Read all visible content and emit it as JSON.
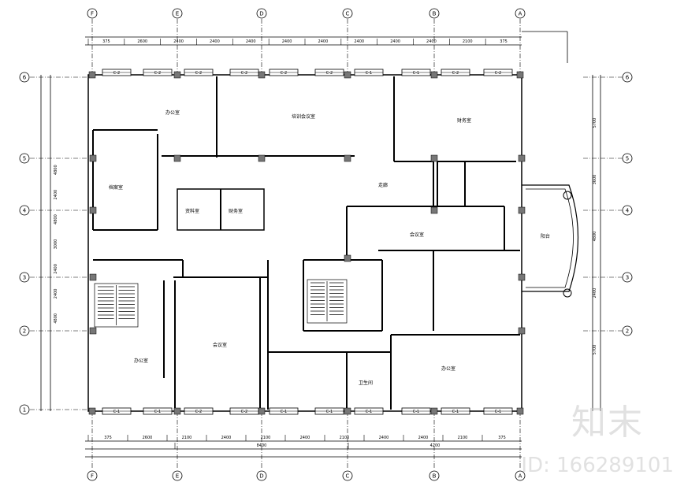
{
  "grid_cols_top": [
    "F",
    "E",
    "D",
    "C",
    "B",
    "A"
  ],
  "grid_cols_bottom": [
    "F",
    "E",
    "D",
    "C",
    "B",
    "A"
  ],
  "grid_rows_left": [
    "6",
    "5",
    "4",
    "3",
    "2",
    "1"
  ],
  "grid_rows_right": [
    "6",
    "5",
    "4",
    "3",
    "2"
  ],
  "top_dims_detail": [
    "375",
    "2600",
    "2400",
    "2400",
    "2400",
    "2400",
    "2400",
    "2400",
    "2400",
    "2400",
    "2100",
    "375"
  ],
  "bottom_dims_detail": [
    "375",
    "2600",
    "2100",
    "2400",
    "2100",
    "2400",
    "2100",
    "2400",
    "2400",
    "2100",
    "375"
  ],
  "bottom_total_row": [
    "8400",
    "4200"
  ],
  "left_dims": [
    "4800",
    "2400",
    "4800",
    "3000",
    "2400",
    "2400",
    "4800"
  ],
  "right_dims": [
    "5700",
    "3600",
    "4800",
    "2400",
    "5700"
  ],
  "window_tags_top": [
    "C-2",
    "C-2",
    "C-2",
    "C-2",
    "C-2",
    "C-2",
    "C-1",
    "C-1",
    "C-2",
    "C-2"
  ],
  "window_tags_bottom": [
    "C-1",
    "C-1",
    "C-2",
    "C-2",
    "C-1",
    "C-1",
    "C-1",
    "C-1",
    "C-1",
    "C-1"
  ],
  "rooms": {
    "r1": "办公室",
    "r2": "培训会议室",
    "r3": "财务室",
    "r4": "档案室",
    "r5": "资料室",
    "r6": "财务室",
    "r7": "走廊",
    "r8": "会议室",
    "r9": "办公室",
    "r10": "会议室",
    "r11": "卫生间",
    "r12": "办公室",
    "r13": "阳台"
  },
  "watermark": {
    "logo": "知末",
    "id": "ID: 166289101"
  }
}
